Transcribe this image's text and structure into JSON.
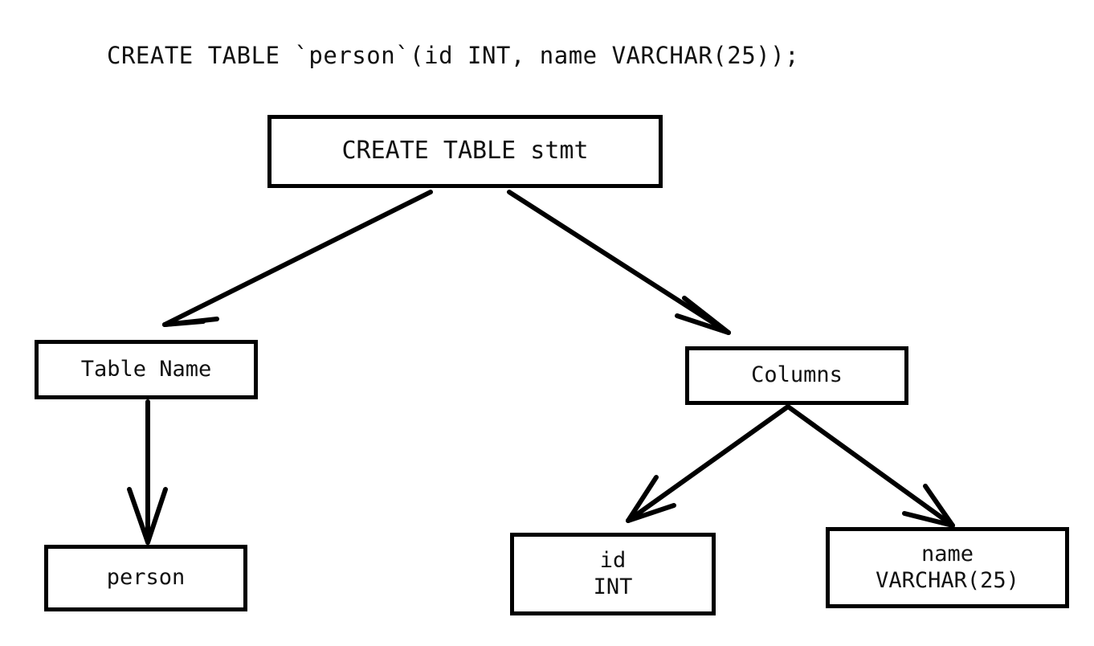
{
  "diagram": {
    "type": "parse-tree",
    "title_statement": "CREATE TABLE `person`(id INT, name VARCHAR(25));",
    "background_color": "#ffffff",
    "stroke_color": "#000000",
    "text_color": "#111111",
    "nodes": {
      "root": {
        "label": "CREATE TABLE stmt",
        "lines": [
          "CREATE TABLE stmt"
        ]
      },
      "table_name": {
        "label": "Table Name",
        "lines": [
          "Table Name"
        ]
      },
      "columns": {
        "label": "Columns",
        "lines": [
          "Columns"
        ]
      },
      "person": {
        "label": "person",
        "lines": [
          "person"
        ]
      },
      "column_id": {
        "label": "id INT",
        "lines": [
          "id",
          "INT"
        ]
      },
      "column_name": {
        "label": "name VARCHAR(25)",
        "lines": [
          "name",
          "VARCHAR(25)"
        ]
      }
    },
    "edges": [
      {
        "from": "root",
        "to": "table_name",
        "style": "open-arrow"
      },
      {
        "from": "root",
        "to": "columns",
        "style": "open-arrow"
      },
      {
        "from": "table_name",
        "to": "person",
        "style": "open-arrow"
      },
      {
        "from": "columns",
        "to": "column_id",
        "style": "open-arrow"
      },
      {
        "from": "columns",
        "to": "column_name",
        "style": "open-arrow"
      }
    ]
  }
}
